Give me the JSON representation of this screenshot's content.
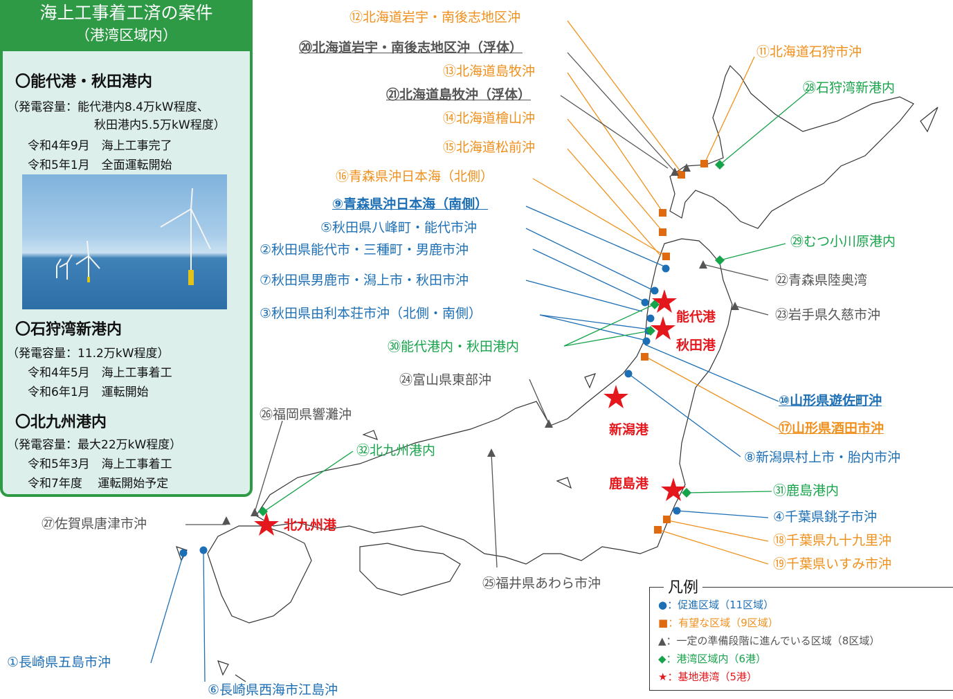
{
  "info_panel": {
    "title": "海上工事着工済の案件",
    "subtitle": "（港湾区域内）",
    "sections": [
      {
        "title": "〇能代港・秋田港内",
        "lines": [
          "（発電容量：能代港内8.4万kW程度、",
          "秋田港内5.5万kW程度）",
          "令和4年9月　海上工事完了",
          "令和5年1月　全面運転開始"
        ]
      },
      {
        "title": "〇石狩湾新港内",
        "lines": [
          "（発電容量：11.2万kW程度）",
          "令和4年5月　海上工事着工",
          "令和6年1月　運転開始"
        ]
      },
      {
        "title": "〇北九州港内",
        "lines": [
          "（発電容量：最大22万kW程度）",
          "令和5年3月　海上工事着工",
          "令和7年度　 運転開始予定"
        ]
      }
    ]
  },
  "labels": {
    "l12": "⑫北海道岩宇・南後志地区沖",
    "l20": "⑳北海道岩宇・南後志地区沖（浮体）",
    "l13": "⑬北海道島牧沖",
    "l21": "㉑北海道島牧沖（浮体）",
    "l14": "⑭北海道檜山沖",
    "l15": "⑮北海道松前沖",
    "l16": "⑯青森県沖日本海（北側）",
    "l9": "⑨青森県沖日本海（南側）",
    "l5": "⑤秋田県八峰町・能代市沖",
    "l2": "②秋田県能代市・三種町・男鹿市沖",
    "l7": "⑦秋田県男鹿市・潟上市・秋田市沖",
    "l3": "③秋田県由利本荘市沖（北側・南側）",
    "l30": "㉚能代港内・秋田港内",
    "l24": "㉔富山県東部沖",
    "l26": "㉖福岡県響灘沖",
    "l32": "㉜北九州港内",
    "l27": "㉗佐賀県唐津市沖",
    "l25": "㉕福井県あわら市沖",
    "l1": "①長崎県五島市沖",
    "l6": "⑥長崎県西海市江島沖",
    "l11": "⑪北海道石狩市沖",
    "l28": "㉘石狩湾新港内",
    "l29": "㉙むつ小川原港内",
    "l22": "㉒青森県陸奥湾",
    "l23": "㉓岩手県久慈市沖",
    "l10": "⑩山形県遊佐町沖",
    "l17": "⑰山形県酒田市沖",
    "l8": "⑧新潟県村上市・胎内市沖",
    "l31": "㉛鹿島港内",
    "l4": "④千葉県銚子市沖",
    "l18": "⑱千葉県九十九里沖",
    "l19": "⑲千葉県いすみ市沖"
  },
  "ports": {
    "noshiro": "能代港",
    "akita": "秋田港",
    "niigata": "新潟港",
    "kashima": "鹿島港",
    "kitakyushu": "北九州港"
  },
  "legend": {
    "title": "凡例",
    "items": [
      {
        "symbol": "●",
        "text": "：促進区域（11区域）",
        "color": "#1d6fb5"
      },
      {
        "symbol": "■",
        "text": "：有望な区域（9区域）",
        "color": "#f0901c"
      },
      {
        "symbol": "▲",
        "text": "：一定の準備段階に進んでいる区域（8区域）",
        "color": "#555555"
      },
      {
        "symbol": "◆",
        "text": "：港湾区域内（6港）",
        "color": "#16a34a"
      },
      {
        "symbol": "★",
        "text": "：基地港湾（5港）",
        "color": "#e4171c"
      }
    ]
  },
  "colors": {
    "promotion": "#1d6fb5",
    "promising": "#f0901c",
    "preparation": "#555555",
    "port_area": "#16a34a",
    "base_port": "#e4171c",
    "panel": "#2e9a45"
  }
}
